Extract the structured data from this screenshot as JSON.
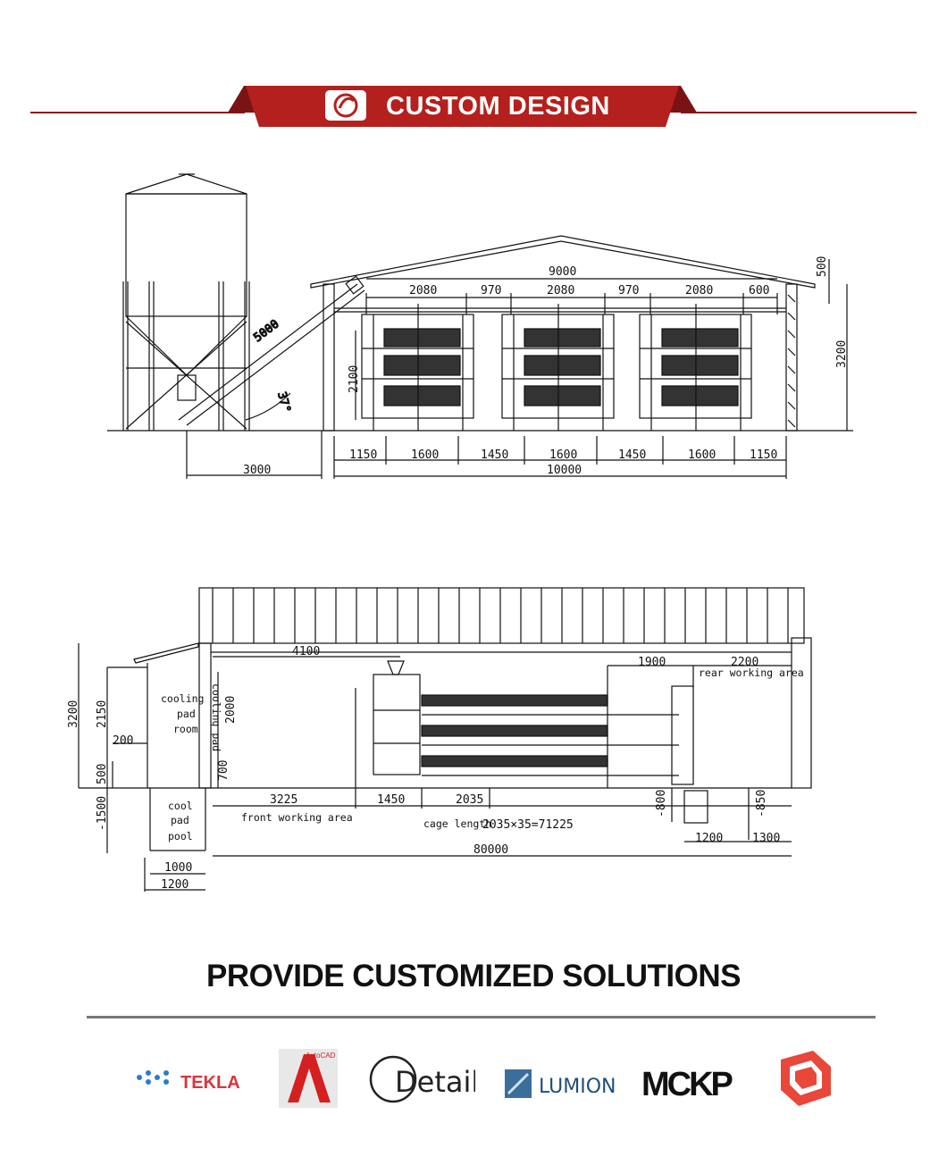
{
  "banner": {
    "title": "CUSTOM DESIGN",
    "color": "#b3201e",
    "dark": "#7a1414"
  },
  "section_view": {
    "roof_span": "9000",
    "eave": "500",
    "height": "3200",
    "cage_height": "2100",
    "top_dims": [
      "2080",
      "970",
      "2080",
      "970",
      "2080",
      "600"
    ],
    "conveyor_len": "5000",
    "angle": "37°",
    "silo_offset": "3000",
    "bottom_dims": [
      "1150",
      "1600",
      "1450",
      "1600",
      "1450",
      "1600",
      "1150"
    ],
    "total_width": "10000"
  },
  "plan_view": {
    "d_4100": "4100",
    "d_1900": "1900",
    "d_2200": "2200",
    "rear_working_area": "rear working area",
    "cooling_pad_room": [
      "cooling",
      "pad",
      "room"
    ],
    "cooling_pad": "cooling pad",
    "cool_pad_pool": [
      "cool",
      "pad",
      "pool"
    ],
    "d_3200": "3200",
    "d_2150": "2150",
    "d_2000": "2000",
    "d_200": "200",
    "d_500": "500",
    "d_700": "700",
    "d_neg1500": "-1500",
    "d_3225": "3225",
    "d_1450": "1450",
    "d_2035": "2035",
    "front_working_area": "front working area",
    "cage_length_label": "cage length",
    "cage_length_formula": "2035×35=71225",
    "d_80000": "80000",
    "d_1000": "1000",
    "d_1200a": "1200",
    "d_neg800": "-800",
    "d_neg850": "-850",
    "d_1200b": "1200",
    "d_1300": "1300"
  },
  "subtitle": "PROVIDE CUSTOMIZED SOLUTIONS",
  "software": [
    {
      "name": "TEKLA",
      "icon": "tekla-icon"
    },
    {
      "name": "AutoCAD",
      "icon": "autocad-icon"
    },
    {
      "name": "Detail",
      "icon": "detail-icon"
    },
    {
      "name": "LUMION",
      "icon": "lumion-icon"
    },
    {
      "name": "MCKP",
      "icon": "pkpm-icon"
    },
    {
      "name": "SketchUp",
      "icon": "sketchup-icon"
    }
  ]
}
